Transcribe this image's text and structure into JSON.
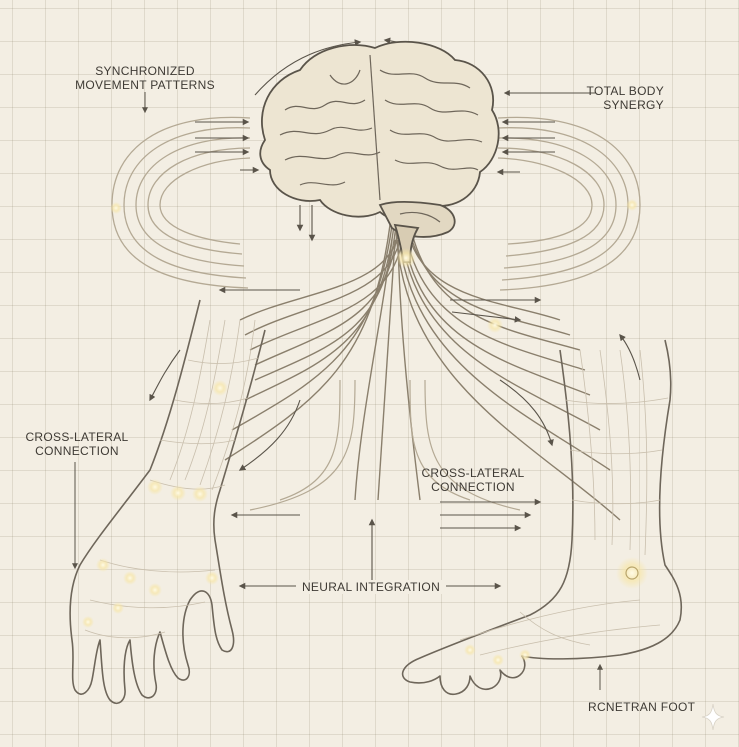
{
  "labels": {
    "synchronized": [
      "SYNCHRONIZED",
      "MOVEMENT PATTERNS"
    ],
    "total_body": [
      "TOTAL BODY",
      "SYNERGY"
    ],
    "cross_lateral_left": [
      "CROSS-LATERAL",
      "CONNECTION"
    ],
    "cross_lateral_center": [
      "CROSS-LATERAL",
      "CONNECTION"
    ],
    "neural_integration": "NEURAL INTEGRATION",
    "foot": "RCNETRAN FOOT"
  },
  "colors": {
    "paper": "#f3eee3",
    "ink": "#4a443b",
    "nerve": "#8a7f6c",
    "glow": "#f7e6a8"
  }
}
